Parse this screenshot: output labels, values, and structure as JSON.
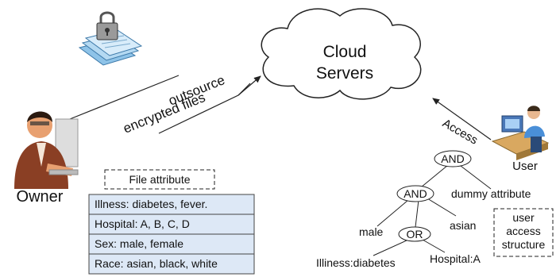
{
  "cloud": {
    "line1": "Cloud",
    "line2": "Servers"
  },
  "owner": {
    "label": "Owner"
  },
  "user": {
    "label": "User"
  },
  "arrows": {
    "outsource_line1": "outsource",
    "outsource_line2": "encrypted files",
    "access": "Access"
  },
  "file_attribute": {
    "title": "File attribute",
    "rows": [
      "Illness: diabetes, fever.",
      "Hospital: A, B, C, D",
      "Sex: male, female",
      "Race: asian, black, white"
    ]
  },
  "access_tree": {
    "root": "AND",
    "inner": "AND",
    "or_gate": "OR",
    "dummy": "dummy attribute",
    "male": "male",
    "asian": "asian",
    "illness": "Illiness:diabetes",
    "hospital": "Hospital:A",
    "structure_line1": "user",
    "structure_line2": "access",
    "structure_line3": "structure"
  },
  "colors": {
    "attr_fill": "#dde8f6",
    "user_shirt": "#4a8fd8",
    "owner_skin": "#e8a070"
  }
}
